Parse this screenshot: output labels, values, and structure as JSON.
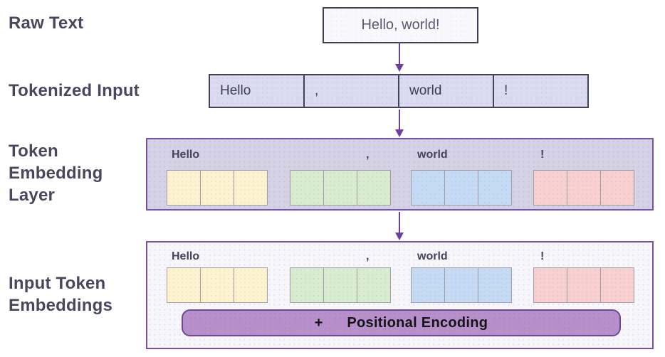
{
  "palette": {
    "label_text": "#4b4560",
    "arrow": "#6b3fa1",
    "dark_border": "#3f3f52",
    "purple_border": "#7a50a5",
    "raw_box_bg": "#f9f9fd",
    "token_row_bg": "#dcdaf0",
    "embedding_box_bg": "#d4d2e4",
    "input_box_bg": "#f7f6fb",
    "positional_bar_bg": "#b78fcb",
    "positional_bar_border": "#6f4798"
  },
  "stages": {
    "raw_text": {
      "label": "Raw Text",
      "value": "Hello, world!"
    },
    "tokenized": {
      "label": "Tokenized Input",
      "tokens": [
        "Hello",
        ",",
        "world",
        "!"
      ]
    },
    "embedding_layer": {
      "label": "Token\nEmbedding\nLayer",
      "groups": [
        {
          "token": "Hello",
          "color": "#fdf3cf",
          "cells": 3
        },
        {
          "token": ",",
          "color": "#d8ecd0",
          "cells": 3
        },
        {
          "token": "world",
          "color": "#c5daf5",
          "cells": 3
        },
        {
          "token": "!",
          "color": "#f8d0d0",
          "cells": 3
        }
      ]
    },
    "input_embeddings": {
      "label": "Input Token\nEmbeddings",
      "groups": [
        {
          "token": "Hello",
          "color": "#fdf3cf",
          "cells": 3
        },
        {
          "token": ",",
          "color": "#d8ecd0",
          "cells": 3
        },
        {
          "token": "world",
          "color": "#c5daf5",
          "cells": 3
        },
        {
          "token": "!",
          "color": "#f8d0d0",
          "cells": 3
        }
      ],
      "positional_encoding": {
        "operator": "+",
        "label": "Positional Encoding"
      }
    }
  }
}
